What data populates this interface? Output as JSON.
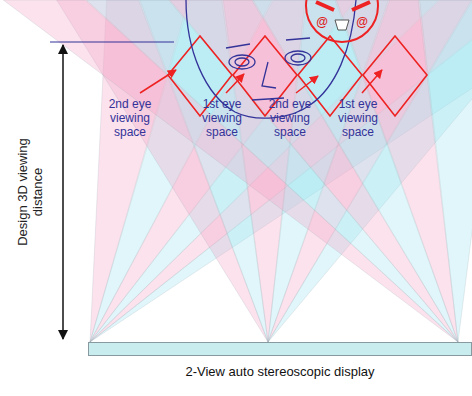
{
  "diagram": {
    "nodes": [
      {
        "text": [
          "2-View auto stereoscopic display"
        ]
      }
    ],
    "labels": [
      "@",
      "@",
      "Design 3D viewing distance",
      "2nd eye viewing space",
      "1st eye viewing space",
      "2nd eye viewing space",
      "1st eye viewing space"
    ]
  }
}
